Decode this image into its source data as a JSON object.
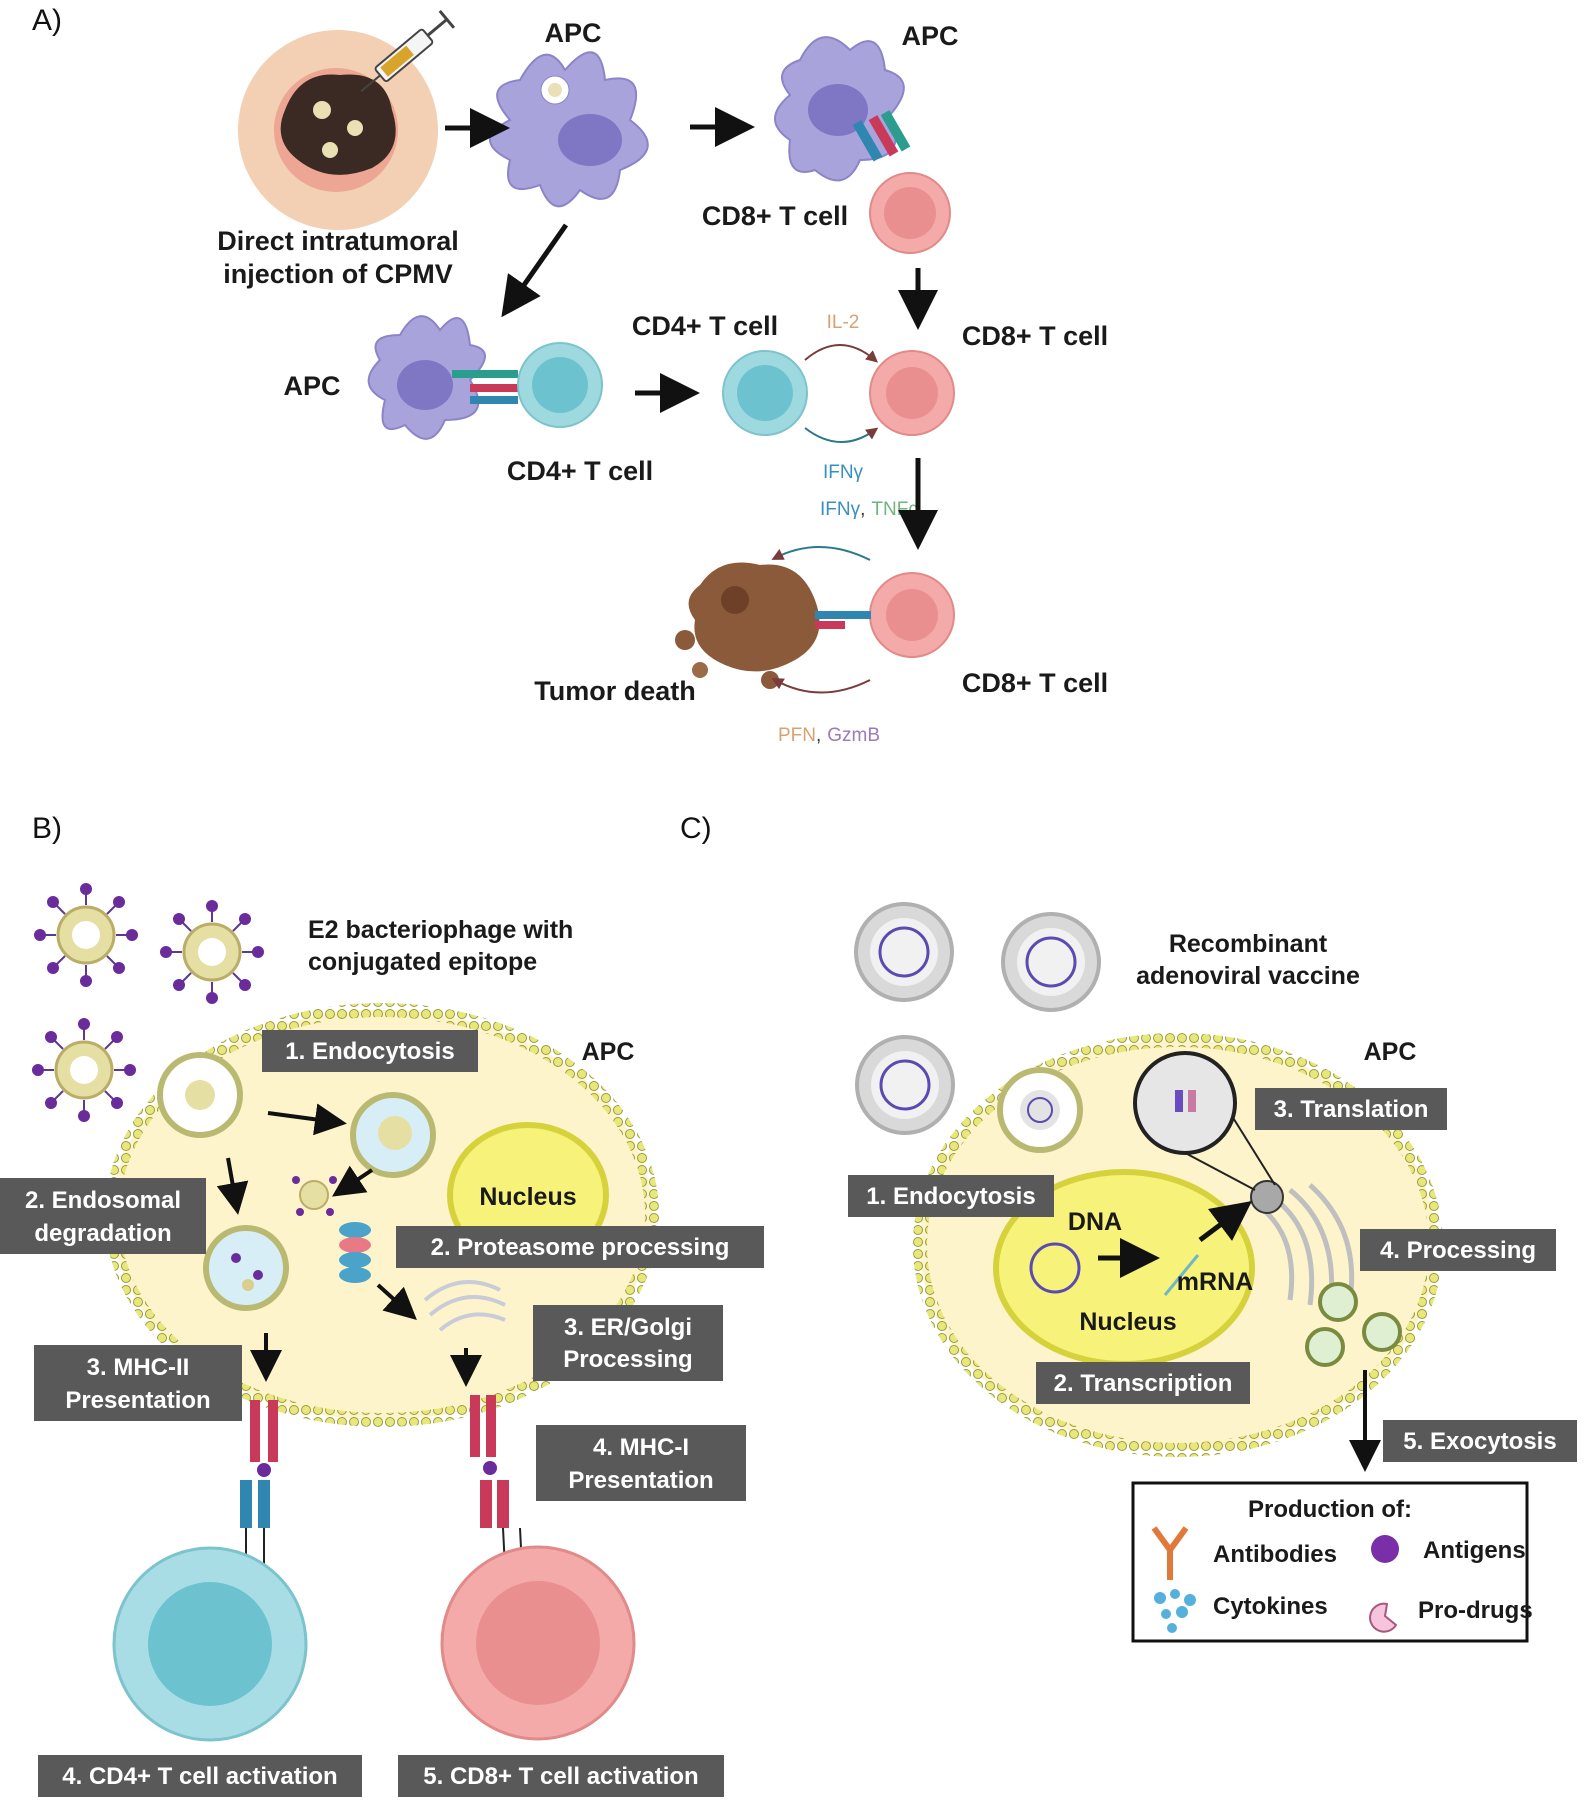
{
  "panel_a": {
    "letter": "A)",
    "injection_line1": "Direct intratumoral",
    "injection_line2": "injection of CPMV",
    "apc": "APC",
    "cd8_t_cell": "CD8+ T cell",
    "cd4_t_cell": "CD4+ T cell",
    "il2": "IL-2",
    "ifng": "IFNγ",
    "tnfa": "TNFα",
    "pfn": "PFN",
    "gzmb": "GzmB",
    "comma": ",",
    "tumor_death": "Tumor death"
  },
  "panel_b": {
    "letter": "B)",
    "phage_line1": "E2 bacteriophage with",
    "phage_line2": "conjugated epitope",
    "apc": "APC",
    "nucleus": "Nucleus",
    "step_endocytosis": "1. Endocytosis",
    "step_endosomal_1": "2. Endosomal",
    "step_endosomal_2": "degradation",
    "step_proteasome": "2. Proteasome processing",
    "step_er_1": "3. ER/Golgi",
    "step_er_2": "Processing",
    "step_mhc2_1": "3. MHC-II",
    "step_mhc2_2": "Presentation",
    "step_mhc1_1": "4. MHC-I",
    "step_mhc1_2": "Presentation",
    "step_cd4": "4. CD4+ T cell activation",
    "step_cd8": "5. CD8+ T cell activation"
  },
  "panel_c": {
    "letter": "C)",
    "vaccine_line1": "Recombinant",
    "vaccine_line2": "adenoviral vaccine",
    "apc": "APC",
    "step_endocytosis": "1. Endocytosis",
    "step_translation": "3. Translation",
    "step_processing": "4. Processing",
    "step_transcription": "2. Transcription",
    "step_exocytosis": "5. Exocytosis",
    "dna": "DNA",
    "mrna": "mRNA",
    "nucleus": "Nucleus",
    "production_title": "Production of:",
    "antibodies": "Antibodies",
    "antigens": "Antigens",
    "cytokines": "Cytokines",
    "prodrugs": "Pro-drugs"
  },
  "colors": {
    "apc": "#a9a3dc",
    "apc_nucleus": "#7f77c4",
    "cd8": "#f4aaa9",
    "cd4": "#9fd9e0",
    "cell_body": "#fdf4cc",
    "step_box": "#595959",
    "membrane_head": "#eaea79",
    "mhc_red": "#c93a5a",
    "tcr_blue": "#2f86b0"
  }
}
